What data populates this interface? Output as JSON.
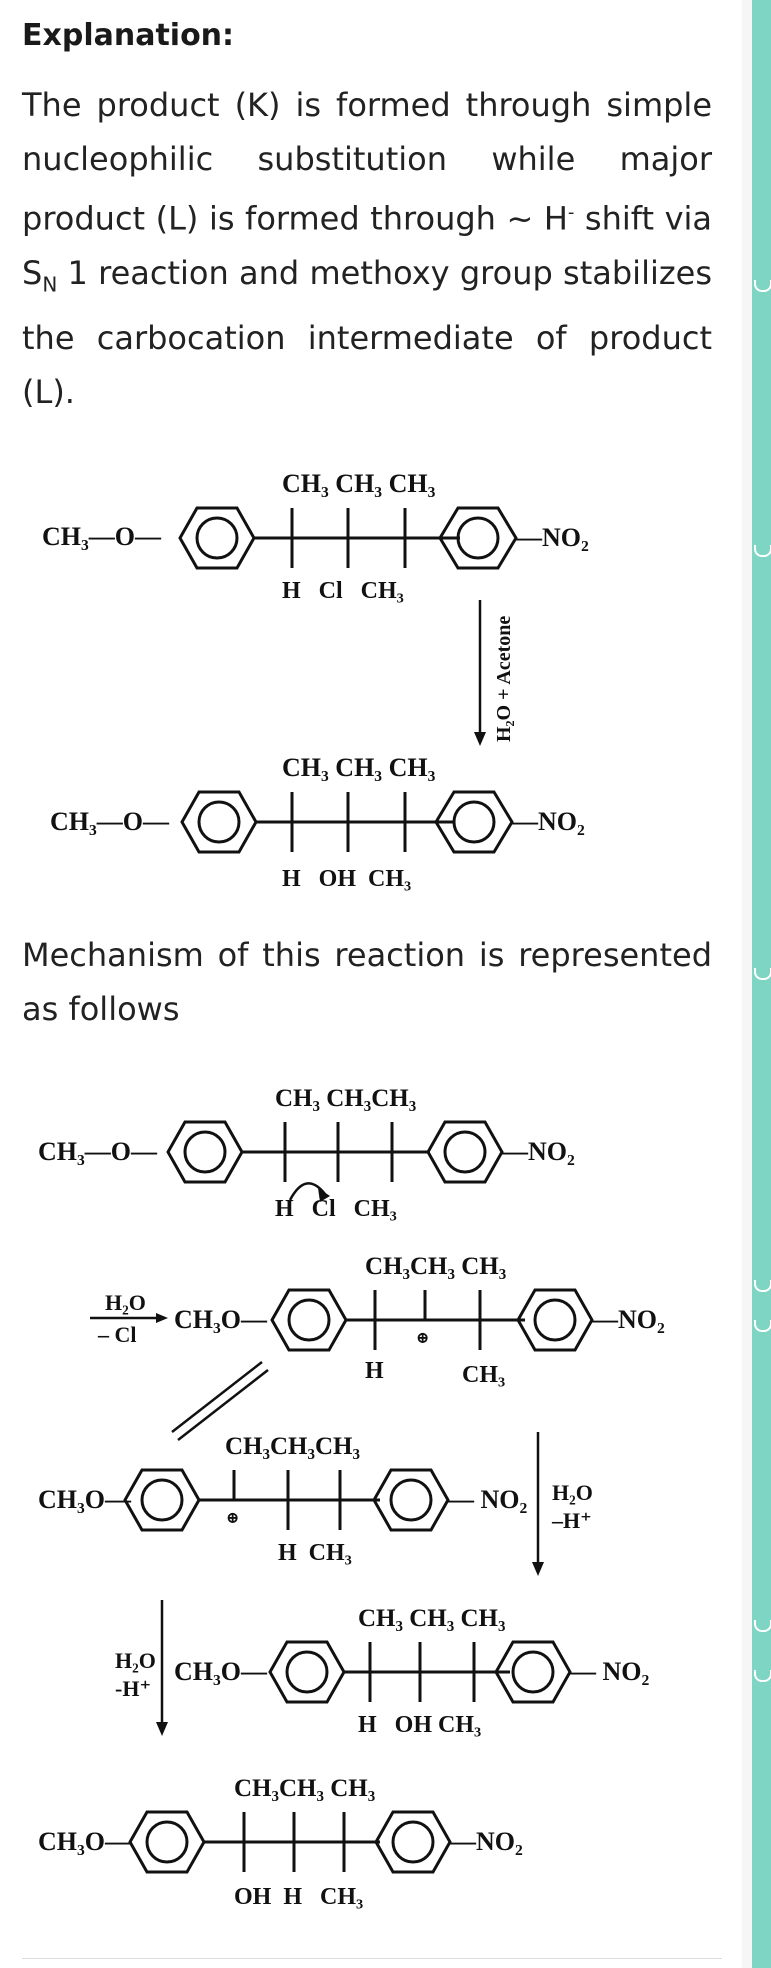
{
  "heading": "Explanation:",
  "paragraph1": {
    "line1": "The product (K) is formed through simple",
    "line2": "nucleophilic substitution while major",
    "line3_pre": "product (L) is formed through ~ H",
    "line3_sup": "-",
    "line3_post": " shift via",
    "line4_S": "S",
    "line4_N": "N",
    "line4_post": " 1 reaction and methoxy group stabilizes",
    "line5": "the carbocation intermediate of product",
    "line6": "(L)."
  },
  "paragraph2": {
    "line1": "Mechanism of this reaction is represented",
    "line2": "as follows"
  },
  "reaction1": {
    "reactant": {
      "left": "CH₃—O—",
      "top": "CH₃ CH₃ CH₃",
      "bottom": "H   Cl   CH₃",
      "right": "—NO₂"
    },
    "reagent": "H₂O + Acetone",
    "product": {
      "left": "CH₃—O—",
      "top": "CH₃ CH₃ CH₃",
      "bottom": "H   OH  CH₃",
      "right": "—NO₂"
    }
  },
  "mechanism": {
    "step1": {
      "left": "CH₃—O—",
      "top": "CH₃ CH₃CH₃",
      "bottom": "H   Cl   CH₃",
      "right": "—NO₂"
    },
    "step2": {
      "reagent_top": "H₂O",
      "reagent_bottom": "– Cl",
      "left": "CH₃O—",
      "top": "CH₃CH₃ CH₃",
      "bottom_h": "H",
      "bottom_ch3": "CH₃",
      "plus": "⊕",
      "right": "—NO₂"
    },
    "step3": {
      "left": "CH₃O—",
      "top": "CH₃CH₃CH₃",
      "plus": "⊕",
      "bottom": "H  CH₃",
      "right": "— NO₂",
      "reagent_top": "H₂O",
      "reagent_bottom": "–H⁺"
    },
    "step4": {
      "reagent_top": "H₂O",
      "reagent_bottom": "-H⁺",
      "left": "CH₃O—",
      "top": "CH₃ CH₃ CH₃",
      "bottom": "H   OH CH₃",
      "right": "— NO₂"
    },
    "step5": {
      "left": "CH₃O—",
      "top": "CH₃CH₃ CH₃",
      "bottom": "OH  H   CH₃",
      "right": "—NO₂"
    }
  },
  "colors": {
    "accent": "#7fd5c4",
    "text": "#222222",
    "divider": "#dddddd"
  }
}
